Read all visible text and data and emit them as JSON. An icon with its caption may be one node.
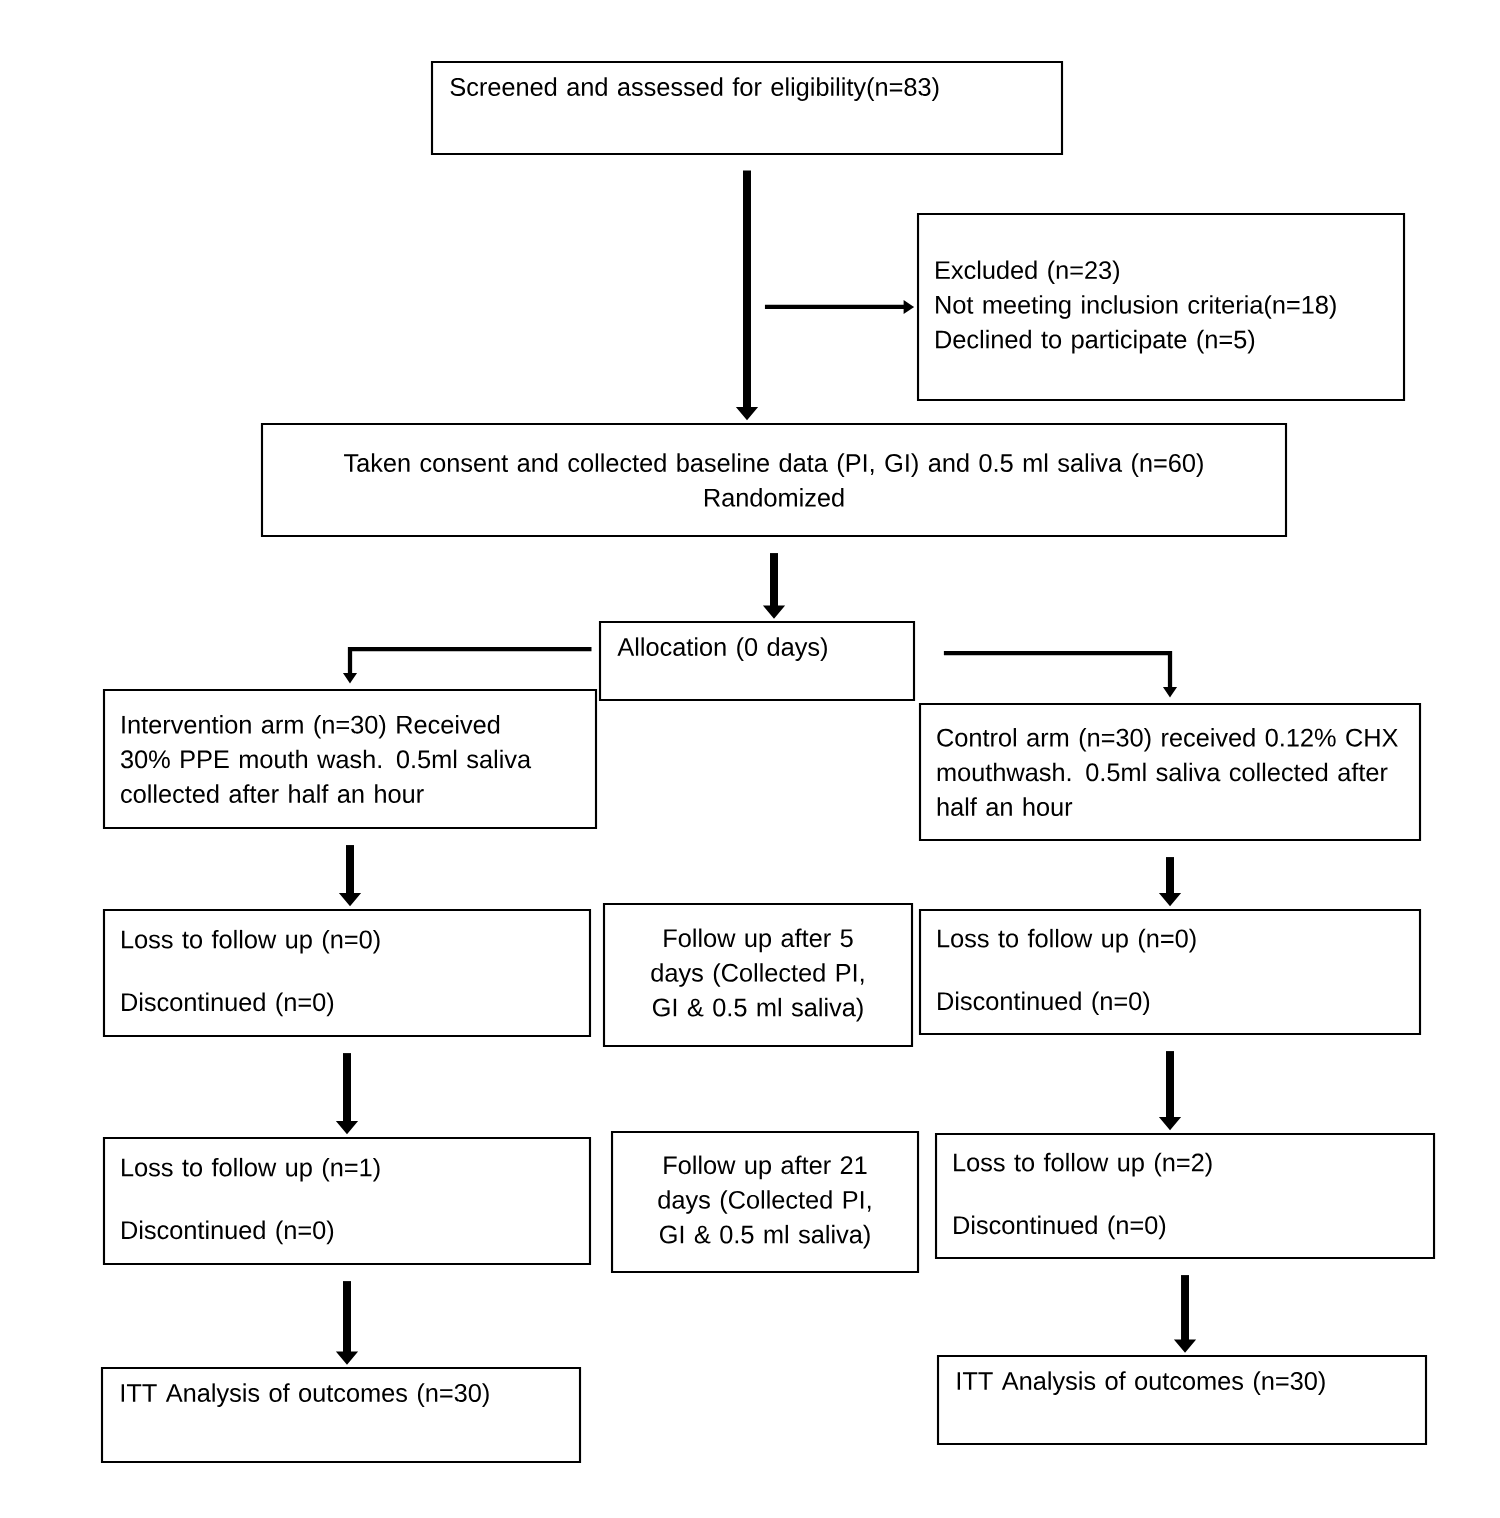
{
  "diagram": {
    "nodes": [
      {
        "text": [
          "Screened and assessed for eligibility(n=83)"
        ]
      },
      {
        "text": [
          "Excluded (n=23)",
          "Not meeting inclusion criteria(n=18)",
          "Declined to participate (n=5)"
        ]
      },
      {
        "text": [
          "Taken consent and collected baseline data (PI, GI) and 0.5 ml saliva (n=60)",
          "Randomized"
        ]
      },
      {
        "text": [
          "Allocation (0 days)"
        ]
      },
      {
        "text": [
          "Intervention arm (n=30) Received 30% PPE mouth wash. 0.5ml saliva collected after half an hour"
        ]
      },
      {
        "text": [
          "Control arm (n=30) received 0.12% CHX mouthwash. 0.5ml saliva collected after half an hour"
        ]
      },
      {
        "text": [
          "Loss to follow up (n=0)",
          "Discontinued (n=0)"
        ]
      },
      {
        "text": [
          "Follow up after 5 days (Collected PI, GI & 0.5 ml saliva)"
        ]
      },
      {
        "text": [
          "Loss to follow up (n=0)",
          "Discontinued (n=0)"
        ]
      },
      {
        "text": [
          "Loss to follow up (n=1)",
          "Discontinued (n=0)"
        ]
      },
      {
        "text": [
          "Follow up after 21 days (Collected PI, GI & 0.5 ml saliva)"
        ]
      },
      {
        "text": [
          "Loss to follow up (n=2)",
          "Discontinued (n=0)"
        ]
      },
      {
        "text": [
          "ITT Analysis of outcomes (n=30)"
        ]
      },
      {
        "text": [
          "ITT Analysis of outcomes (n=30)"
        ]
      }
    ],
    "edges": [
      {
        "from": 0,
        "to": 2,
        "arrow": "to"
      },
      {
        "from": null,
        "to": 1,
        "arrow": "to"
      },
      {
        "from": 2,
        "to": 3,
        "arrow": "to"
      },
      {
        "from": 3,
        "to": 4,
        "arrow": "to"
      },
      {
        "from": 3,
        "to": 5,
        "arrow": "to"
      },
      {
        "from": 4,
        "to": 6,
        "arrow": "to"
      },
      {
        "from": 6,
        "to": 9,
        "arrow": "to"
      },
      {
        "from": 9,
        "to": 12,
        "arrow": "to"
      },
      {
        "from": 5,
        "to": 8,
        "arrow": "to"
      },
      {
        "from": 8,
        "to": 11,
        "arrow": "to"
      },
      {
        "from": 11,
        "to": 13,
        "arrow": "to"
      }
    ]
  }
}
